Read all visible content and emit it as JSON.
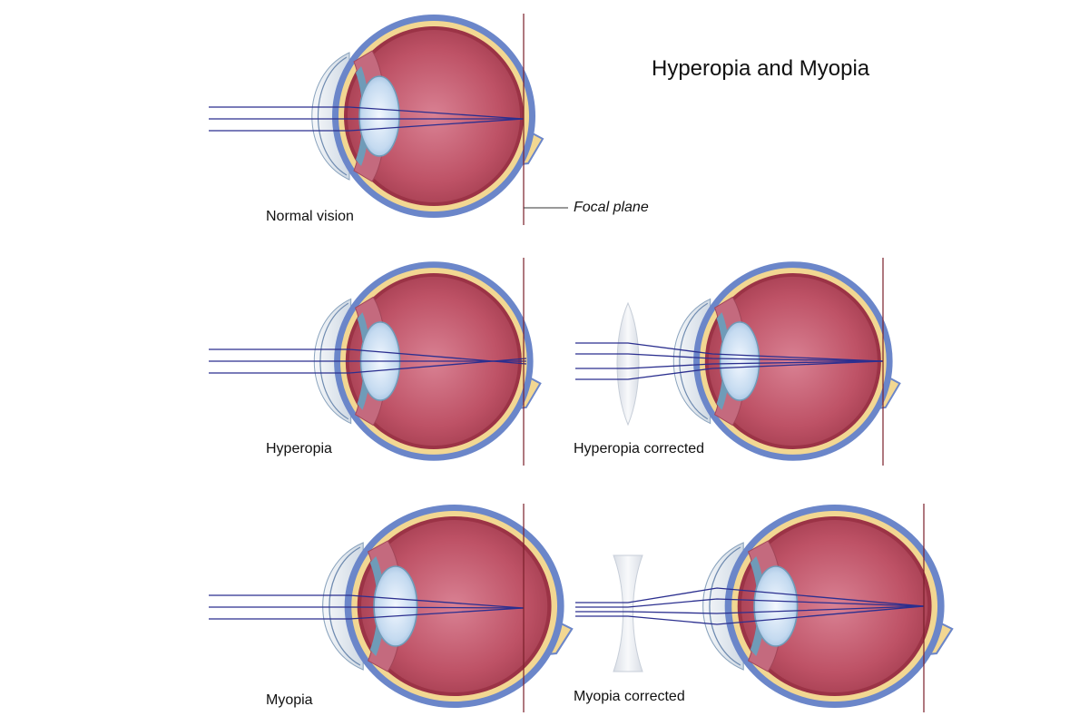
{
  "title": "Hyperopia and Myopia",
  "labels": {
    "normal": "Normal vision",
    "focal_plane": "Focal plane",
    "hyperopia": "Hyperopia",
    "hyperopia_corrected": "Hyperopia corrected",
    "myopia": "Myopia",
    "myopia_corrected": "Myopia corrected"
  },
  "colors": {
    "sclera": "#6b86c9",
    "choroid": "#f2d792",
    "vitreous": "#b8475a",
    "vitreous_center": "#d8788b",
    "cornea": "#dfe6ee",
    "iris": "#6f9bb8",
    "lens": "#c9dff2",
    "ray": "#2b2f8f",
    "focal_line": "#7a1f2a",
    "corrective_lens": "#e9edf2"
  },
  "icons": {
    "converging_lens": "convex-lens-icon",
    "diverging_lens": "concave-lens-icon"
  }
}
